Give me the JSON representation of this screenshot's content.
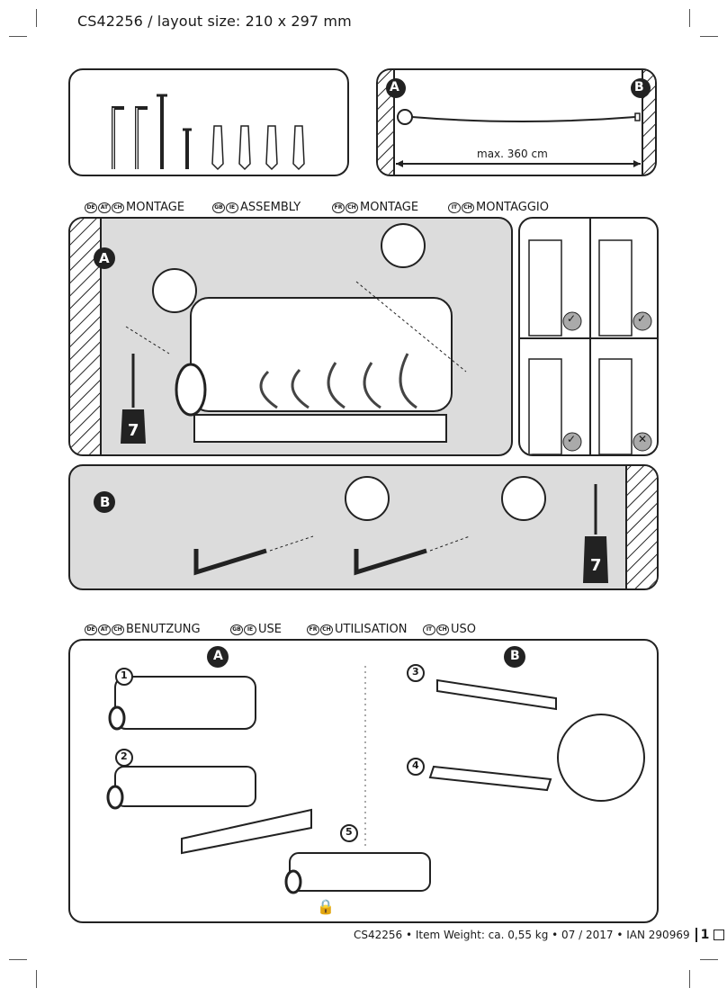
{
  "header": {
    "title": "CS42256  /  layout size: 210 x 297 mm"
  },
  "wall_diagram": {
    "label_a": "A",
    "label_b": "B",
    "max_text": "max. 360 cm"
  },
  "sections": {
    "assembly": {
      "codes": [
        "DE",
        "AT",
        "CH",
        "GB",
        "IE",
        "FR",
        "CH",
        "IT",
        "CH"
      ],
      "labels": [
        "MONTAGE",
        "ASSEMBLY",
        "MONTAGE",
        "MONTAGGIO"
      ]
    },
    "usage": {
      "codes": [
        "DE",
        "AT",
        "CH",
        "GB",
        "IE",
        "FR",
        "CH",
        "IT",
        "CH"
      ],
      "labels": [
        "BENUTZUNG",
        "USE",
        "UTILISATION",
        "USO"
      ]
    }
  },
  "assembly_panel": {
    "label_a": "A",
    "drill_size": "7"
  },
  "panel_b": {
    "label_b": "B",
    "drill_size": "7"
  },
  "usage_panel": {
    "label_a": "A",
    "label_b": "B",
    "steps": [
      "1",
      "2",
      "3",
      "4",
      "5"
    ]
  },
  "footer": {
    "text": "CS42256 • Item Weight: ca. 0,55 kg • 07 / 2017 • IAN 290969",
    "page": "1"
  }
}
